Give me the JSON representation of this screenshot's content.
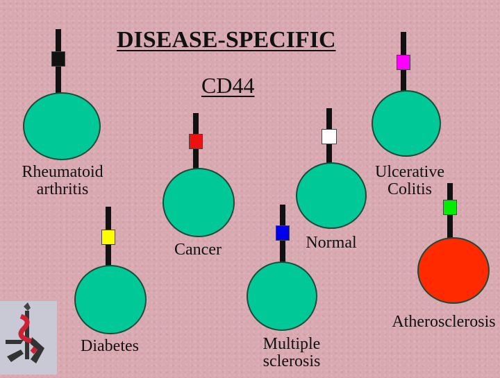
{
  "title": "DISEASE-SPECIFIC",
  "subtitle": "CD44",
  "colors": {
    "cell_green": "#00c896",
    "cell_red": "#ff2a00",
    "stem": "#111111"
  },
  "cells": [
    {
      "id": "ra",
      "label_lines": [
        "Rheumatoid",
        "arthritis"
      ],
      "tag_color": "#111111",
      "cell_color": "#00c896"
    },
    {
      "id": "cancer",
      "label_lines": [
        "Cancer"
      ],
      "tag_color": "#ee1111",
      "cell_color": "#00c896"
    },
    {
      "id": "normal",
      "label_lines": [
        "Normal"
      ],
      "tag_color": "#ffffff",
      "cell_color": "#00c896"
    },
    {
      "id": "uc",
      "label_lines": [
        "Ulcerative",
        "Colitis"
      ],
      "tag_color": "#ff00ff",
      "cell_color": "#00c896"
    },
    {
      "id": "diabetes",
      "label_lines": [
        "Diabetes"
      ],
      "tag_color": "#ffff00",
      "cell_color": "#00c896"
    },
    {
      "id": "ms",
      "label_lines": [
        "Multiple",
        "sclerosis"
      ],
      "tag_color": "#0000ee",
      "cell_color": "#00c896"
    },
    {
      "id": "athero",
      "label_lines": [
        "Atherosclerosis"
      ],
      "tag_color": "#00ee00",
      "cell_color": "#ff2a00"
    }
  ]
}
